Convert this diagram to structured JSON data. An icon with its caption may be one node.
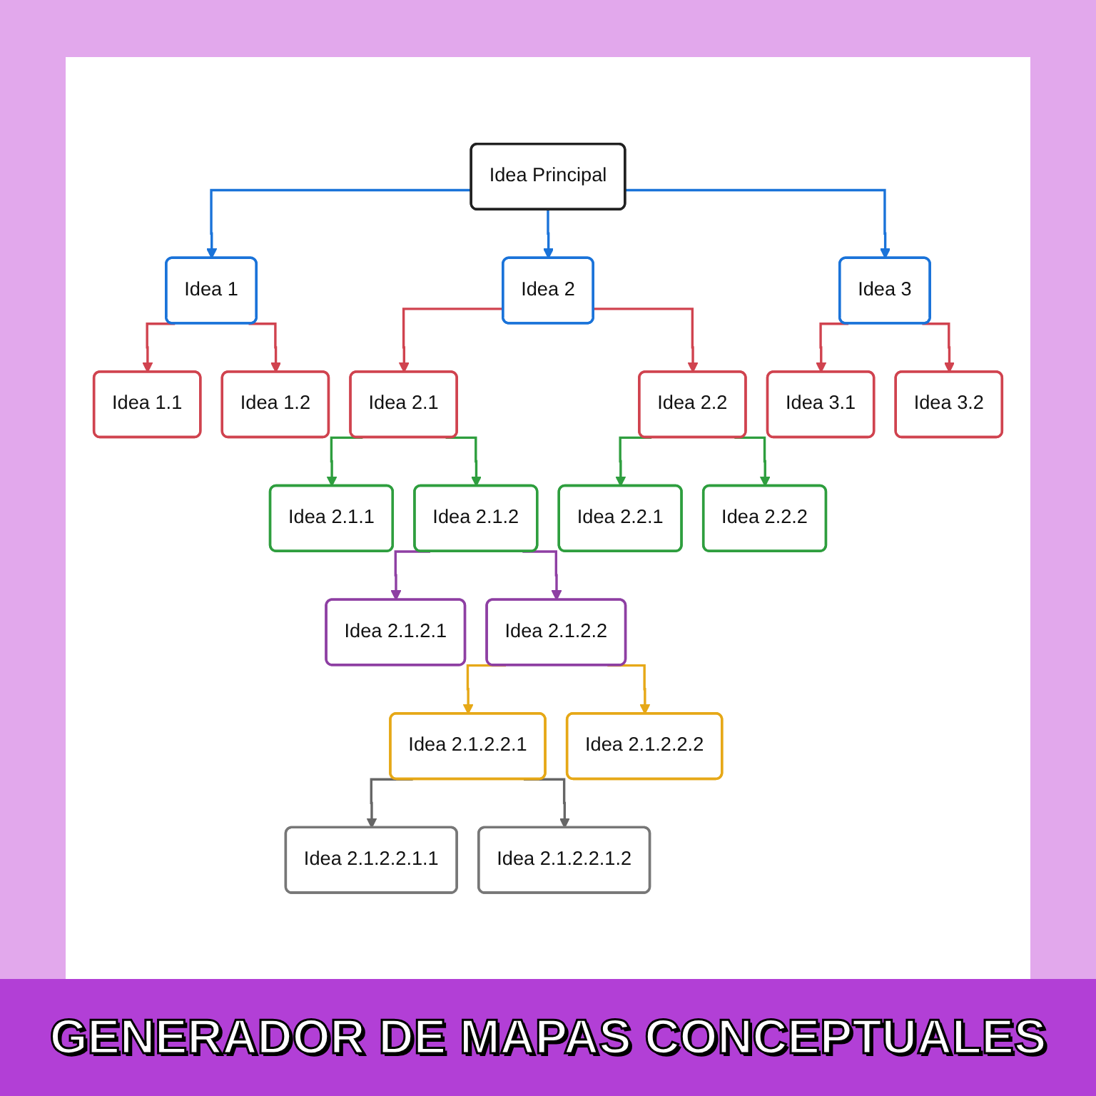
{
  "diagram": {
    "caption": "GENERADOR DE MAPAS CONCEPTUALES",
    "nodes": [
      {
        "text": [
          "Idea Principal"
        ]
      },
      {
        "text": [
          "Idea 1"
        ]
      },
      {
        "text": [
          "Idea 2"
        ]
      },
      {
        "text": [
          "Idea 3"
        ]
      },
      {
        "text": [
          "Idea 1.1"
        ]
      },
      {
        "text": [
          "Idea 1.2"
        ]
      },
      {
        "text": [
          "Idea 2.1"
        ]
      },
      {
        "text": [
          "Idea 2.2"
        ]
      },
      {
        "text": [
          "Idea 3.1"
        ]
      },
      {
        "text": [
          "Idea 3.2"
        ]
      },
      {
        "text": [
          "Idea 2.1.1"
        ]
      },
      {
        "text": [
          "Idea 2.1.2"
        ]
      },
      {
        "text": [
          "Idea 2.2.1"
        ]
      },
      {
        "text": [
          "Idea 2.2.2"
        ]
      },
      {
        "text": [
          "Idea 2.1.2.1"
        ]
      },
      {
        "text": [
          "Idea 2.1.2.2"
        ]
      },
      {
        "text": [
          "Idea 2.1.2.2.1"
        ]
      },
      {
        "text": [
          "Idea 2.1.2.2.2"
        ]
      },
      {
        "text": [
          "Idea 2.1.2.2.1.1"
        ]
      },
      {
        "text": [
          "Idea 2.1.2.2.1.2"
        ]
      }
    ],
    "edges": [
      {
        "from": 0,
        "to": 1,
        "arrow": "to",
        "color": "#1a73d9"
      },
      {
        "from": 0,
        "to": 2,
        "arrow": "to",
        "color": "#1a73d9"
      },
      {
        "from": 0,
        "to": 3,
        "arrow": "to",
        "color": "#1a73d9"
      },
      {
        "from": 1,
        "to": 4,
        "arrow": "to"
      },
      {
        "from": 1,
        "to": 5,
        "arrow": "to"
      },
      {
        "from": 2,
        "to": 6,
        "arrow": "to"
      },
      {
        "from": 2,
        "to": 7,
        "arrow": "to"
      },
      {
        "from": 3,
        "to": 8,
        "arrow": "to"
      },
      {
        "from": 3,
        "to": 9,
        "arrow": "to"
      },
      {
        "from": 6,
        "to": 10,
        "arrow": "to",
        "color": "#2e9e3e"
      },
      {
        "from": 6,
        "to": 11,
        "arrow": "to",
        "color": "#2e9e3e"
      },
      {
        "from": 7,
        "to": 12,
        "arrow": "to",
        "color": "#2e9e3e"
      },
      {
        "from": 7,
        "to": 13,
        "arrow": "to",
        "color": "#2e9e3e"
      },
      {
        "from": 11,
        "to": 14,
        "arrow": "to",
        "color": "#8e3fa3"
      },
      {
        "from": 11,
        "to": 15,
        "arrow": "to",
        "color": "#8e3fa3"
      },
      {
        "from": 15,
        "to": 16,
        "arrow": "to",
        "color": "#e6a817"
      },
      {
        "from": 15,
        "to": 17,
        "arrow": "to",
        "color": "#e6a817"
      },
      {
        "from": 16,
        "to": 18,
        "arrow": "to",
        "color": "#666666"
      },
      {
        "from": 16,
        "to": 19,
        "arrow": "to",
        "color": "#666666"
      }
    ]
  }
}
